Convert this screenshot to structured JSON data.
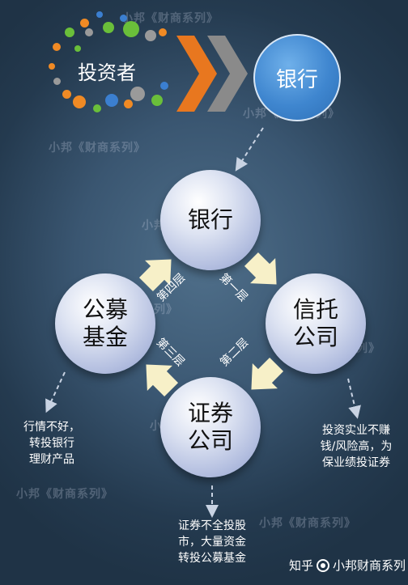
{
  "investor": {
    "label": "投资者"
  },
  "top_bank": {
    "label": "银行"
  },
  "cycle": {
    "bank": {
      "label": "银行"
    },
    "trust": {
      "line1": "信托",
      "line2": "公司"
    },
    "securities": {
      "line1": "证券",
      "line2": "公司"
    },
    "fund": {
      "line1": "公募",
      "line2": "基金"
    }
  },
  "layers": {
    "first": "第一层",
    "second": "第二层",
    "third": "第三层",
    "fourth": "第四层"
  },
  "notes": {
    "fund": [
      "行情不好，",
      "转投银行",
      "理财产品"
    ],
    "trust": [
      "投资实业不赚",
      "钱/风险高，为",
      "保业绩投证券"
    ],
    "securities": [
      "证券不全投股",
      "市，大量资金",
      "转投公募基金"
    ]
  },
  "watermark": "小邦《财商系列》",
  "credit": {
    "prefix": "知乎",
    "name": "小邦财商系列"
  },
  "colors": {
    "dot_orange": "#f08a24",
    "dot_green": "#6abf3a",
    "dot_blue": "#3b7fd0",
    "dot_grey": "#9a9a9a",
    "arrow_fill": "#f7f0c8",
    "chevron_orange": "#e8771f",
    "chevron_grey": "#8a8a8a"
  }
}
